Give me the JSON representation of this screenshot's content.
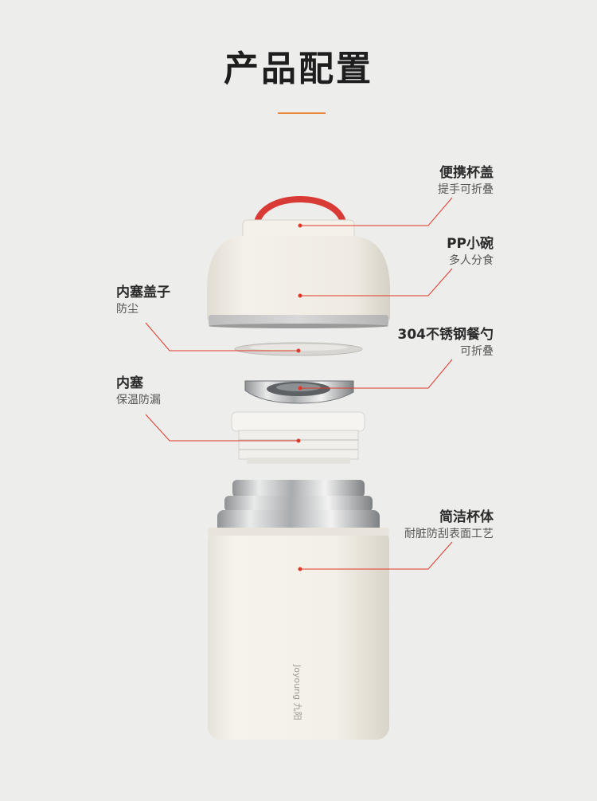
{
  "title": "产品配置",
  "colors": {
    "accent": "#e0382b",
    "title_bar": "#e8863a",
    "background": "#ededeb",
    "cup_white": "#f4f1ea"
  },
  "brand_logo_text": "Joyoung 九阳",
  "callouts": {
    "lid": {
      "main": "便携杯盖",
      "sub": "提手可折叠"
    },
    "bowl": {
      "main": "PP小碗",
      "sub": "多人分食"
    },
    "inner_cap": {
      "main": "内塞盖子",
      "sub": "防尘"
    },
    "spoon": {
      "main": "304不锈钢餐勺",
      "sub": "可折叠"
    },
    "stopper": {
      "main": "内塞",
      "sub": "保温防漏"
    },
    "body": {
      "main": "简洁杯体",
      "sub": "耐脏防刮表面工艺"
    }
  }
}
